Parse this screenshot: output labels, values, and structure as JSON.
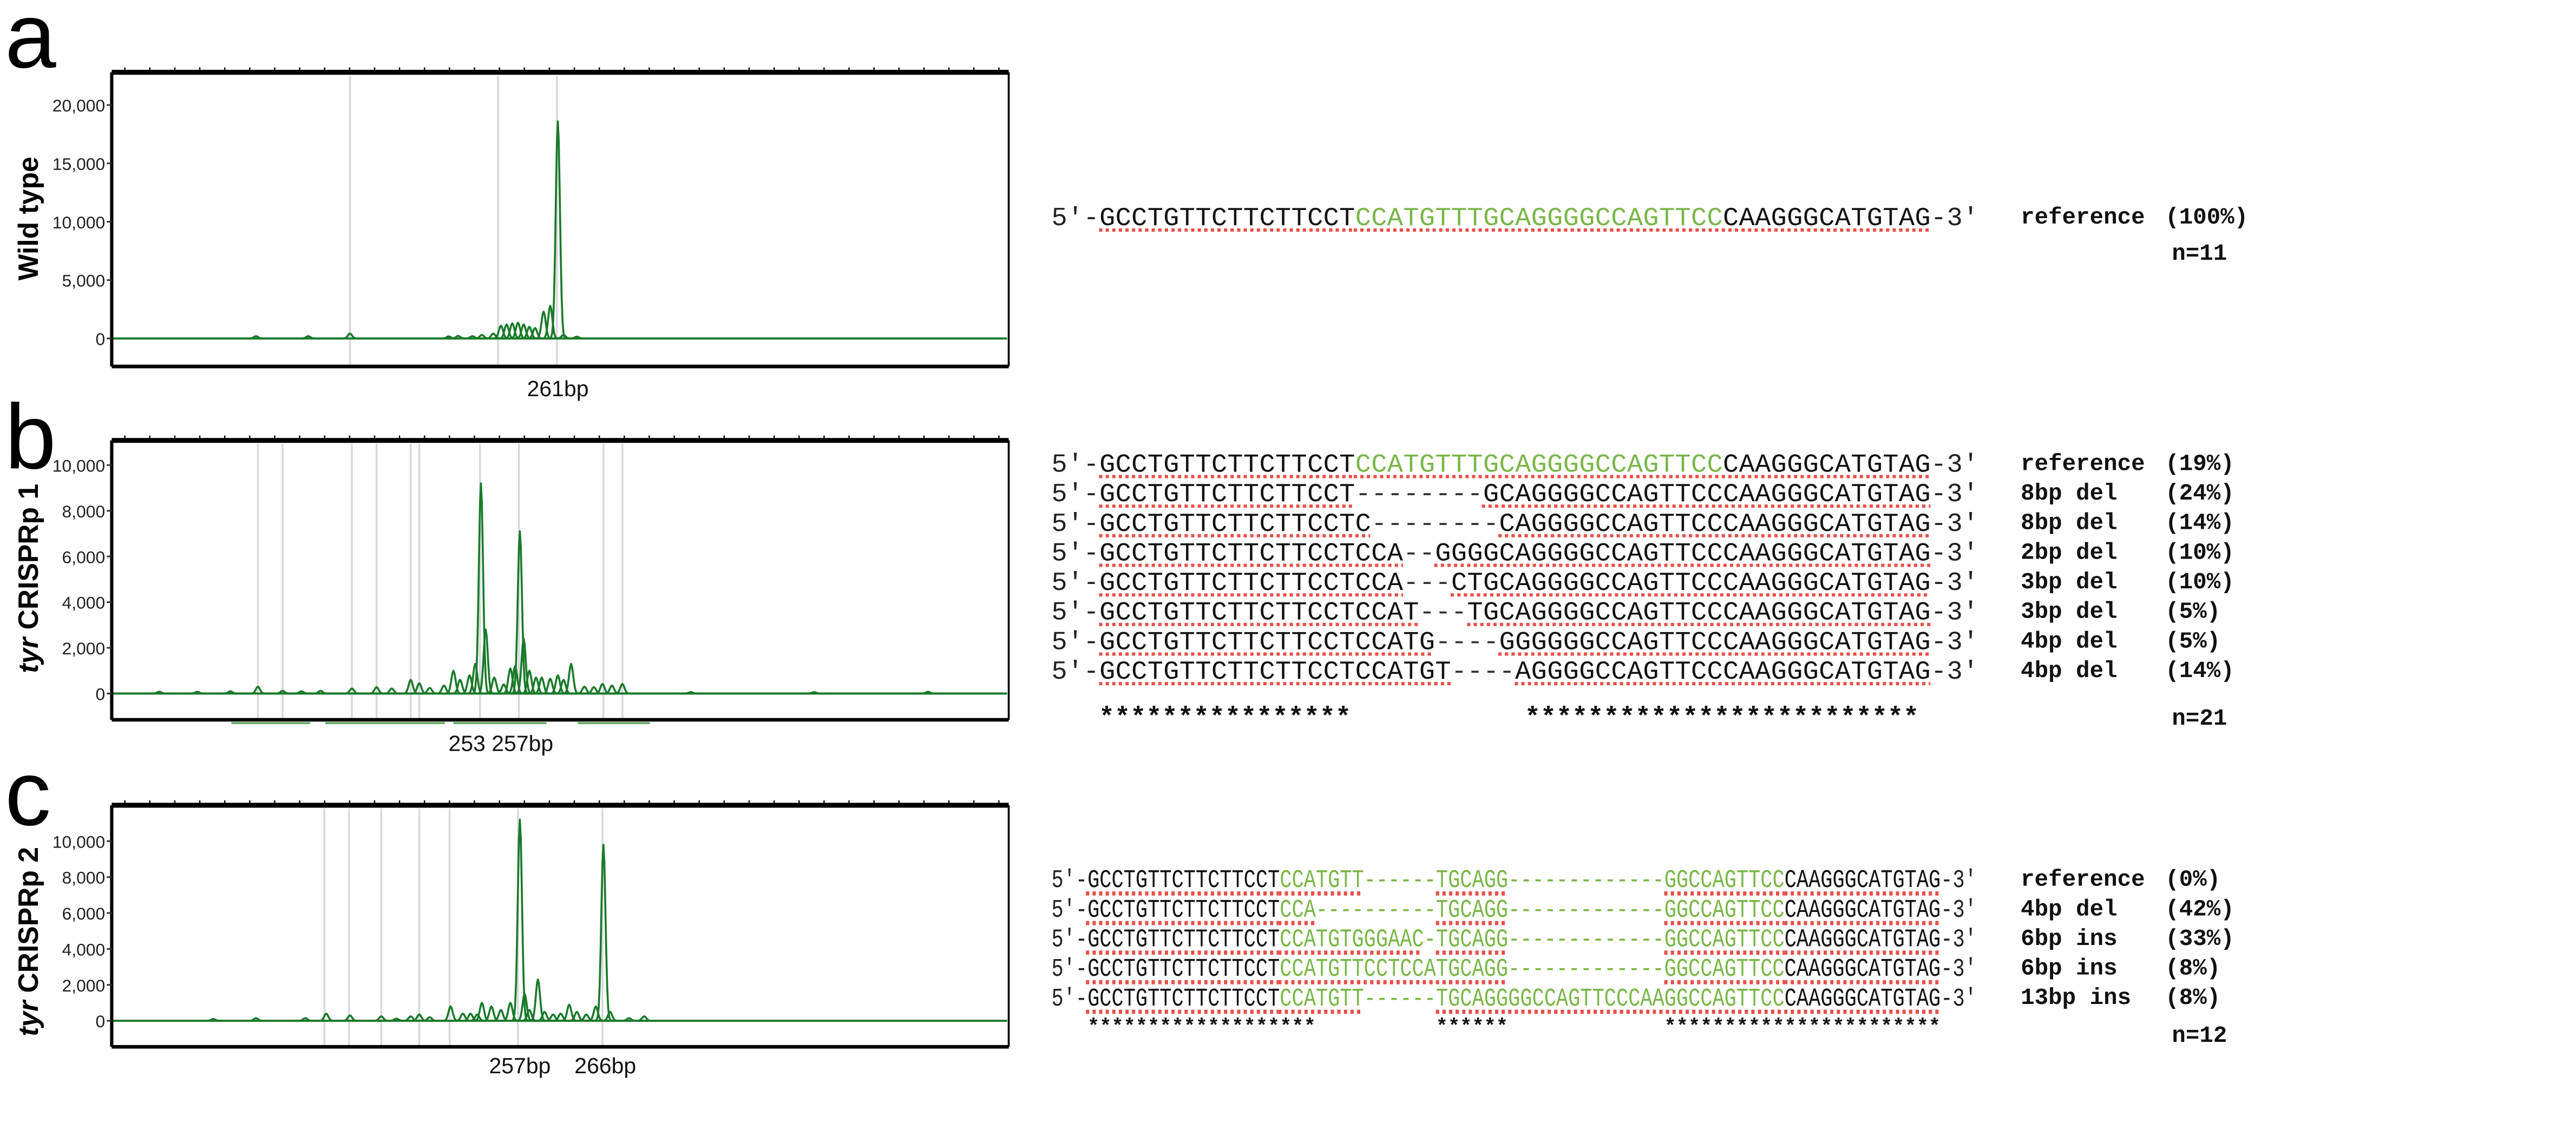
{
  "colors": {
    "trace": "#1a7a2a",
    "grna": "#7ab648",
    "underline": "#e8504a",
    "ref_line": "#d6d6dc"
  },
  "panels": [
    {
      "letter": "a",
      "rows": [
        {
          "seq": [
            [
              "p",
              "5′-"
            ],
            [
              "k",
              "GCCTGTTCTTCTTCCT"
            ],
            [
              "g",
              "CCATGTTTGCAGGGGCCAGTTCC"
            ],
            [
              "k",
              "CAAGGGCATGTAG"
            ],
            [
              "p",
              "-3′"
            ]
          ],
          "label": "reference",
          "pct": "(100%)"
        }
      ],
      "stars": "",
      "n": "n=11"
    },
    {
      "letter": "b",
      "rows": [
        {
          "seq": [
            [
              "p",
              "5′-"
            ],
            [
              "k",
              "GCCTGTTCTTCTTCCT"
            ],
            [
              "g",
              "CCATGTTTGCAGGGGCCAGTTCC"
            ],
            [
              "k",
              "CAAGGGCATGTAG"
            ],
            [
              "p",
              "-3′"
            ]
          ],
          "label": "reference",
          "pct": "(19%)"
        },
        {
          "seq": [
            [
              "p",
              "5′-"
            ],
            [
              "k",
              "GCCTGTTCTTCTTCCT"
            ],
            [
              "d",
              "--------"
            ],
            [
              "k",
              "GCAGGGGCCAGTTCCCAAGGGCATGTAG"
            ],
            [
              "p",
              "-3′"
            ]
          ],
          "label": "8bp del",
          "pct": "(24%)"
        },
        {
          "seq": [
            [
              "p",
              "5′-"
            ],
            [
              "k",
              "GCCTGTTCTTCTTCCTC"
            ],
            [
              "d",
              "--------"
            ],
            [
              "k",
              "CAGGGGCCAGTTCCCAAGGGCATGTAG"
            ],
            [
              "p",
              "-3′"
            ]
          ],
          "label": "8bp del",
          "pct": "(14%)"
        },
        {
          "seq": [
            [
              "p",
              "5′-"
            ],
            [
              "k",
              "GCCTGTTCTTCTTCCTCCA"
            ],
            [
              "d",
              "--"
            ],
            [
              "k",
              "GGGGCAGGGGCCAGTTCCCAAGGGCATGTAG"
            ],
            [
              "p",
              "-3′"
            ]
          ],
          "label": "2bp del",
          "pct": "(10%)"
        },
        {
          "seq": [
            [
              "p",
              "5′-"
            ],
            [
              "k",
              "GCCTGTTCTTCTTCCTCCA"
            ],
            [
              "d",
              "---"
            ],
            [
              "k",
              "CTGCAGGGGCCAGTTCCCAAGGGCATGTAG"
            ],
            [
              "p",
              "-3′"
            ]
          ],
          "label": "3bp del",
          "pct": "(10%)"
        },
        {
          "seq": [
            [
              "p",
              "5′-"
            ],
            [
              "k",
              "GCCTGTTCTTCTTCCTCCAT"
            ],
            [
              "d",
              "---"
            ],
            [
              "k",
              "TGCAGGGGCCAGTTCCCAAGGGCATGTAG"
            ],
            [
              "p",
              "-3′"
            ]
          ],
          "label": "3bp del",
          "pct": "(5%)"
        },
        {
          "seq": [
            [
              "p",
              "5′-"
            ],
            [
              "k",
              "GCCTGTTCTTCTTCCTCCATG"
            ],
            [
              "d",
              "----"
            ],
            [
              "k",
              "GGGGGGCCAGTTCCCAAGGGCATGTAG"
            ],
            [
              "p",
              "-3′"
            ]
          ],
          "label": "4bp del",
          "pct": "(5%)"
        },
        {
          "seq": [
            [
              "p",
              "5′-"
            ],
            [
              "k",
              "GCCTGTTCTTCTTCCTCCATGT"
            ],
            [
              "d",
              "----"
            ],
            [
              "k",
              "AGGGGCCAGTTCCCAAGGGCATGTAG"
            ],
            [
              "p",
              "-3′"
            ]
          ],
          "label": "4bp del",
          "pct": "(14%)"
        }
      ],
      "stars": "   ****************           *************************",
      "n": "n=21"
    },
    {
      "letter": "c",
      "rows": [
        {
          "seq": [
            [
              "p",
              "5′-"
            ],
            [
              "k",
              "GCCTGTTCTTCTTCCT"
            ],
            [
              "g",
              "CCATGTT"
            ],
            [
              "gd",
              "------"
            ],
            [
              "g",
              "TGCAGG"
            ],
            [
              "gd",
              "-------------"
            ],
            [
              "g",
              "GGCCAGTTCC"
            ],
            [
              "k",
              "CAAGGGCATGTAG"
            ],
            [
              "p",
              "-3′"
            ]
          ],
          "label": "reference",
          "pct": "(0%)"
        },
        {
          "seq": [
            [
              "p",
              "5′-"
            ],
            [
              "k",
              "GCCTGTTCTTCTTCCT"
            ],
            [
              "g",
              "CCA"
            ],
            [
              "gd",
              "----------"
            ],
            [
              "g",
              "TGCAGG"
            ],
            [
              "gd",
              "-------------"
            ],
            [
              "g",
              "GGCCAGTTCC"
            ],
            [
              "k",
              "CAAGGGCATGTAG"
            ],
            [
              "p",
              "-3′"
            ]
          ],
          "label": "4bp del",
          "pct": "(42%)"
        },
        {
          "seq": [
            [
              "p",
              "5′-"
            ],
            [
              "k",
              "GCCTGTTCTTCTTCCT"
            ],
            [
              "g",
              "CCATGTGGGAAC"
            ],
            [
              "gd",
              "-"
            ],
            [
              "g",
              "TGCAGG"
            ],
            [
              "gd",
              "-------------"
            ],
            [
              "g",
              "GGCCAGTTCC"
            ],
            [
              "k",
              "CAAGGGCATGTAG"
            ],
            [
              "p",
              "-3′"
            ]
          ],
          "label": "6bp ins",
          "pct": "(33%)"
        },
        {
          "seq": [
            [
              "p",
              "5′-"
            ],
            [
              "k",
              "GCCTGTTCTTCTTCCT"
            ],
            [
              "g",
              "CCATGTTCCTCCATGCAGG"
            ],
            [
              "gd",
              "-------------"
            ],
            [
              "g",
              "GGCCAGTTCC"
            ],
            [
              "k",
              "CAAGGGCATGTAG"
            ],
            [
              "p",
              "-3′"
            ]
          ],
          "label": "6bp ins",
          "pct": "(8%)"
        },
        {
          "seq": [
            [
              "p",
              "5′-"
            ],
            [
              "k",
              "GCCTGTTCTTCTTCCT"
            ],
            [
              "g",
              "CCATGTT"
            ],
            [
              "gd",
              "------"
            ],
            [
              "g",
              "TGCAGGGGCCAGTTCCCAAGGCCAGTTCC"
            ],
            [
              "k",
              "CAAGGGCATGTAG"
            ],
            [
              "p",
              "-3′"
            ]
          ],
          "label": "13bp ins",
          "pct": "(8%)"
        }
      ],
      "stars": "   *******************          ******             ***********************",
      "n": "n=12"
    }
  ],
  "chart_data": [
    {
      "type": "line",
      "ylabel_italic": "",
      "ylabel": "Wild type",
      "xlim": [
        214,
        308.5
      ],
      "ylim": [
        -2400,
        22800
      ],
      "yticks": [
        0,
        5000,
        10000,
        15000,
        20000
      ],
      "ytick_labels": [
        "0",
        "5,000",
        "10,000",
        "15,000",
        "20,000"
      ],
      "peak_labels": [
        {
          "bp": 261,
          "text": "261bp"
        }
      ],
      "reference_lines_bp": [
        239.1,
        254.7,
        260.9
      ],
      "peaks": [
        [
          229.2,
          200
        ],
        [
          234.7,
          200
        ],
        [
          239.1,
          420
        ],
        [
          249.5,
          180
        ],
        [
          250.5,
          220
        ],
        [
          252,
          200
        ],
        [
          253,
          300
        ],
        [
          254.2,
          420
        ],
        [
          255,
          1100
        ],
        [
          255.6,
          1200
        ],
        [
          256.2,
          1300
        ],
        [
          256.8,
          1350
        ],
        [
          257.4,
          1200
        ],
        [
          258,
          1000
        ],
        [
          258.6,
          900
        ],
        [
          259.5,
          2300
        ],
        [
          260.2,
          2800
        ],
        [
          261,
          18600
        ],
        [
          261.6,
          300
        ],
        [
          263,
          150
        ]
      ],
      "bins_bp": []
    },
    {
      "type": "line",
      "ylabel_italic": "tyr",
      "ylabel": " CRISPRp 1",
      "xlim": [
        214,
        308.5
      ],
      "ylim": [
        -1150,
        11080
      ],
      "yticks": [
        0,
        2000,
        4000,
        6000,
        8000,
        10000
      ],
      "ytick_labels": [
        "0",
        "2,000",
        "4,000",
        "6,000",
        "8,000",
        "10,000"
      ],
      "peak_labels": [
        {
          "bp": 255,
          "text": "253 257bp"
        }
      ],
      "reference_lines_bp": [
        229.4,
        232.0,
        239.3,
        241.9,
        245.5,
        246.4,
        252.8,
        256.9,
        265.8,
        267.8
      ],
      "peaks": [
        [
          219,
          80
        ],
        [
          223,
          80
        ],
        [
          226.5,
          100
        ],
        [
          229.4,
          300
        ],
        [
          232,
          120
        ],
        [
          234,
          100
        ],
        [
          236,
          120
        ],
        [
          239.3,
          220
        ],
        [
          241.9,
          280
        ],
        [
          243.5,
          220
        ],
        [
          245.5,
          600
        ],
        [
          246.4,
          450
        ],
        [
          247.5,
          250
        ],
        [
          249,
          350
        ],
        [
          250,
          1000
        ],
        [
          250.7,
          600
        ],
        [
          251.7,
          800
        ],
        [
          252.3,
          1300
        ],
        [
          252.9,
          9200
        ],
        [
          253.4,
          2800
        ],
        [
          254.3,
          700
        ],
        [
          255.3,
          400
        ],
        [
          256,
          1100
        ],
        [
          256.5,
          1200
        ],
        [
          257,
          7100
        ],
        [
          257.4,
          2400
        ],
        [
          258,
          1000
        ],
        [
          258.7,
          700
        ],
        [
          259.3,
          700
        ],
        [
          260.2,
          650
        ],
        [
          261,
          800
        ],
        [
          261.6,
          600
        ],
        [
          262.4,
          1300
        ],
        [
          263.8,
          300
        ],
        [
          264.8,
          280
        ],
        [
          265.7,
          420
        ],
        [
          266.7,
          350
        ],
        [
          267.8,
          420
        ],
        [
          275,
          60
        ],
        [
          288,
          60
        ],
        [
          300,
          80
        ]
      ],
      "bins_bp": [
        [
          226.6,
          234.9
        ],
        [
          236.5,
          249.1
        ],
        [
          250.0,
          259.8
        ],
        [
          263.1,
          270.7
        ]
      ]
    },
    {
      "type": "line",
      "ylabel_italic": "tyr",
      "ylabel": " CRISPRp 2",
      "xlim": [
        214,
        308.5
      ],
      "ylim": [
        -1450,
        12000
      ],
      "yticks": [
        0,
        2000,
        4000,
        6000,
        8000,
        10000
      ],
      "ytick_labels": [
        "0",
        "2,000",
        "4,000",
        "6,000",
        "8,000",
        "10,000"
      ],
      "peak_labels": [
        {
          "bp": 257,
          "text": "257bp"
        },
        {
          "bp": 266,
          "text": "266bp"
        }
      ],
      "reference_lines_bp": [
        236.4,
        239.0,
        242.4,
        246.4,
        249.6,
        256.8,
        265.7
      ],
      "peaks": [
        [
          224.7,
          100
        ],
        [
          229.2,
          150
        ],
        [
          234.4,
          150
        ],
        [
          236.6,
          400
        ],
        [
          239.1,
          300
        ],
        [
          242.4,
          250
        ],
        [
          244,
          120
        ],
        [
          245.5,
          250
        ],
        [
          246.4,
          350
        ],
        [
          247.5,
          200
        ],
        [
          249.7,
          800
        ],
        [
          251,
          400
        ],
        [
          251.8,
          400
        ],
        [
          252.5,
          350
        ],
        [
          253,
          1000
        ],
        [
          254,
          800
        ],
        [
          255,
          600
        ],
        [
          256,
          1000
        ],
        [
          257,
          11200
        ],
        [
          257.5,
          1500
        ],
        [
          258,
          600
        ],
        [
          258.9,
          2300
        ],
        [
          259.6,
          500
        ],
        [
          260.5,
          350
        ],
        [
          261.3,
          400
        ],
        [
          262.2,
          900
        ],
        [
          263,
          500
        ],
        [
          264,
          350
        ],
        [
          265,
          800
        ],
        [
          265.8,
          9800
        ],
        [
          266.5,
          500
        ],
        [
          268.5,
          150
        ],
        [
          270.1,
          250
        ]
      ],
      "bins_bp": []
    }
  ]
}
